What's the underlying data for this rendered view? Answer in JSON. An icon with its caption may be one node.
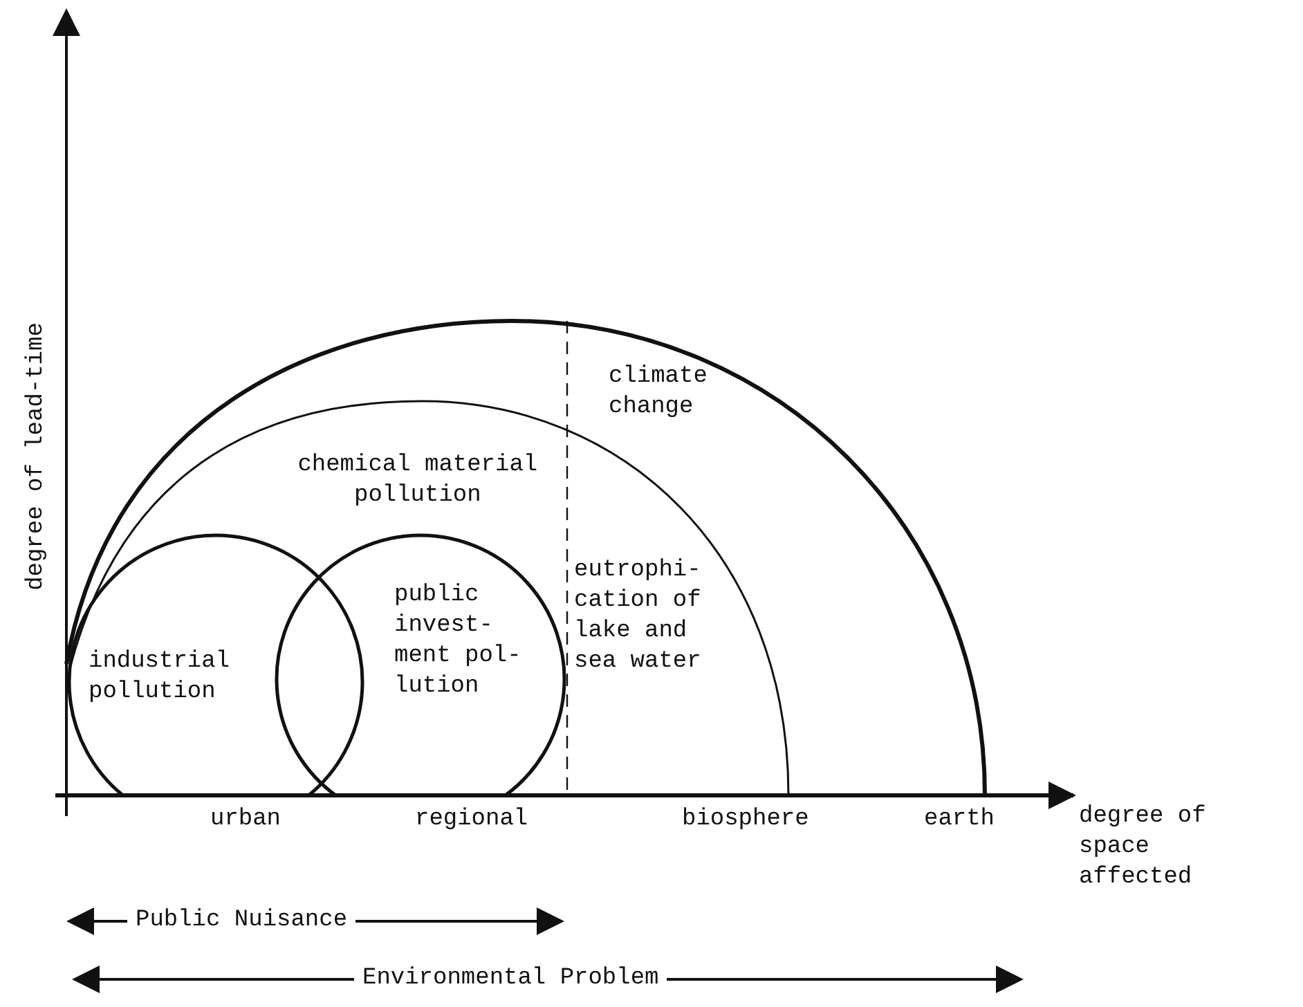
{
  "diagram": {
    "nodes": [
      {
        "text": [
          "climate change"
        ]
      },
      {
        "text": [
          "chemical material pollution"
        ],
        "in": 0
      },
      {
        "text": [
          "industrial pollution"
        ],
        "in": 1
      },
      {
        "text": [
          "public invest- ment pol- lution"
        ],
        "in": 1
      }
    ],
    "edges": [],
    "labels": [
      "degree of lead-time",
      "eutrophi- cation of lake and sea water",
      "urban",
      "regional",
      "biosphere",
      "earth",
      "degree of space affected",
      "Public Nuisance",
      "Environmental Problem"
    ]
  }
}
